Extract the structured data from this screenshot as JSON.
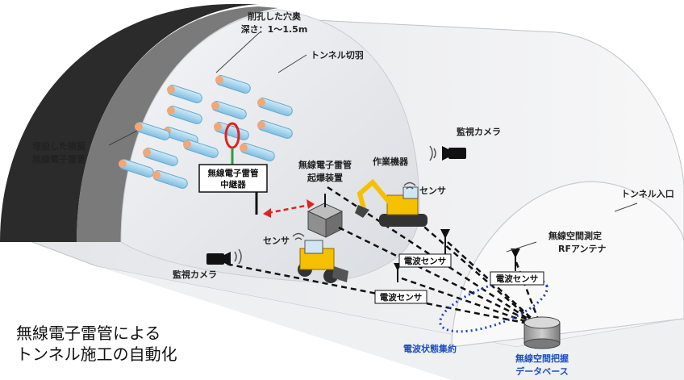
{
  "labels": {
    "hole_depth_line1": "削孔した穴奥",
    "hole_depth_line2": "深さ：1〜1.5m",
    "tunnel_face": "トンネル切羽",
    "embedded_detonator_line1": "埋設した模擬",
    "embedded_detonator_line2": "無線電子雷管",
    "relay_line1": "無線電子雷管",
    "relay_line2": "中継器",
    "blaster_line1": "無線電子雷管",
    "blaster_line2": "起爆装置",
    "work_machine": "作業機器",
    "sensor_excavator": "センサ",
    "sensor_loader": "センサ",
    "camera_top": "監視カメラ",
    "camera_left": "監視カメラ",
    "tunnel_entrance": "トンネル入口",
    "rf_antenna_line1": "無線空間測定",
    "rf_antenna_line2": "RFアンテナ",
    "wave_sensor_a": "電波センサ",
    "wave_sensor_b": "電波センサ",
    "wave_sensor_c": "電波センサ",
    "aggregation": "電波状態集約",
    "database_line1": "無線空間把握",
    "database_line2": "データベース"
  },
  "caption": {
    "line1": "無線電子雷管による",
    "line2": "トンネル施工の自動化"
  },
  "colors": {
    "tunnel_dark": "#2b2b2b",
    "tunnel_face": "#e9ebee",
    "link_red": "#e0231c",
    "link_dash": "#111111",
    "aggregation_blue": "#1f3fcf",
    "detonator_blue": "#9fd3ee",
    "detonator_tip": "#f0a878",
    "machine_yellow": "#f5c000"
  }
}
